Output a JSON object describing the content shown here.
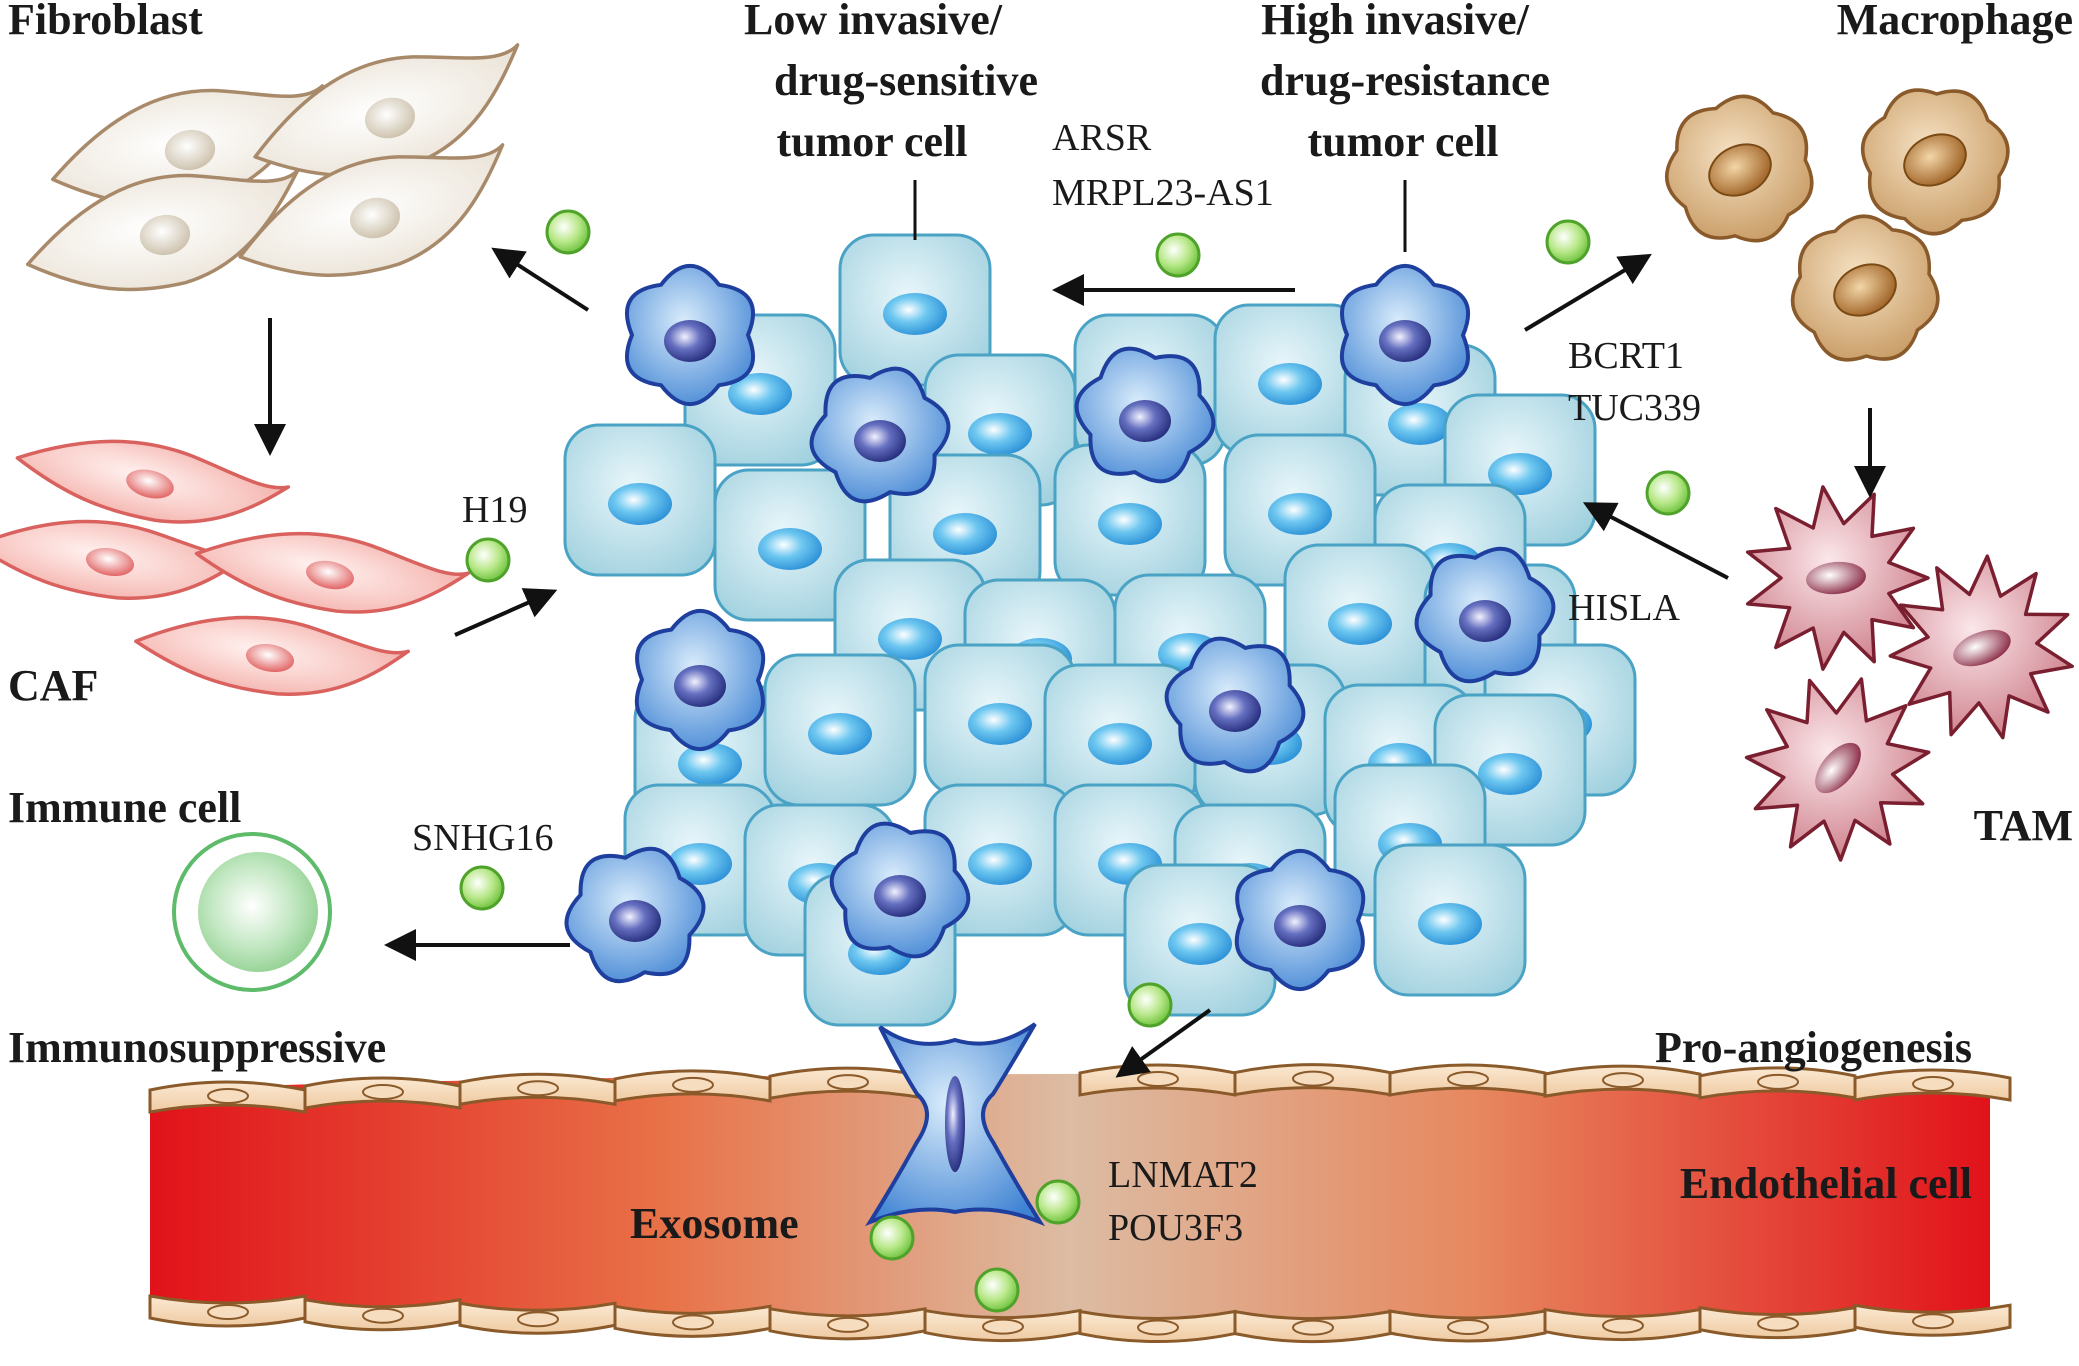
{
  "headings": {
    "fibroblast": "Fibroblast",
    "caf": "CAF",
    "immune_cell": "Immune cell",
    "immunosuppressive": "Immunosuppressive",
    "low_invasive": [
      "Low invasive/",
      "drug-sensitive",
      "tumor cell"
    ],
    "high_invasive": [
      "High invasive/",
      "drug-resistance",
      "tumor cell"
    ],
    "macrophage": "Macrophage",
    "tam": "TAM",
    "pro_angiogenesis": "Pro-angiogenesis",
    "exosome": "Exosome",
    "endothelial_cell": "Endothelial cell"
  },
  "lncrna": {
    "arsr": "ARSR",
    "mrpl23": "MRPL23-AS1",
    "bcrt1": "BCRT1",
    "tuc339": "TUC339",
    "h19": "H19",
    "hisla": "HISLA",
    "snhg16": "SNHG16",
    "lnmat2": "LNMAT2",
    "pou3f3": "POU3F3"
  },
  "colors": {
    "tumor_low": "#a8d8e4",
    "tumor_high": "#3a7fcf",
    "fibroblast": "#ece5d8",
    "caf": "#f5b7b1",
    "macrophage": "#c9a06a",
    "tam": "#c9788a",
    "immune": "#a9dba9",
    "exosome": "#8fd36a",
    "vessel_red": "#e0161c",
    "vessel_mid": "#deb79a"
  }
}
